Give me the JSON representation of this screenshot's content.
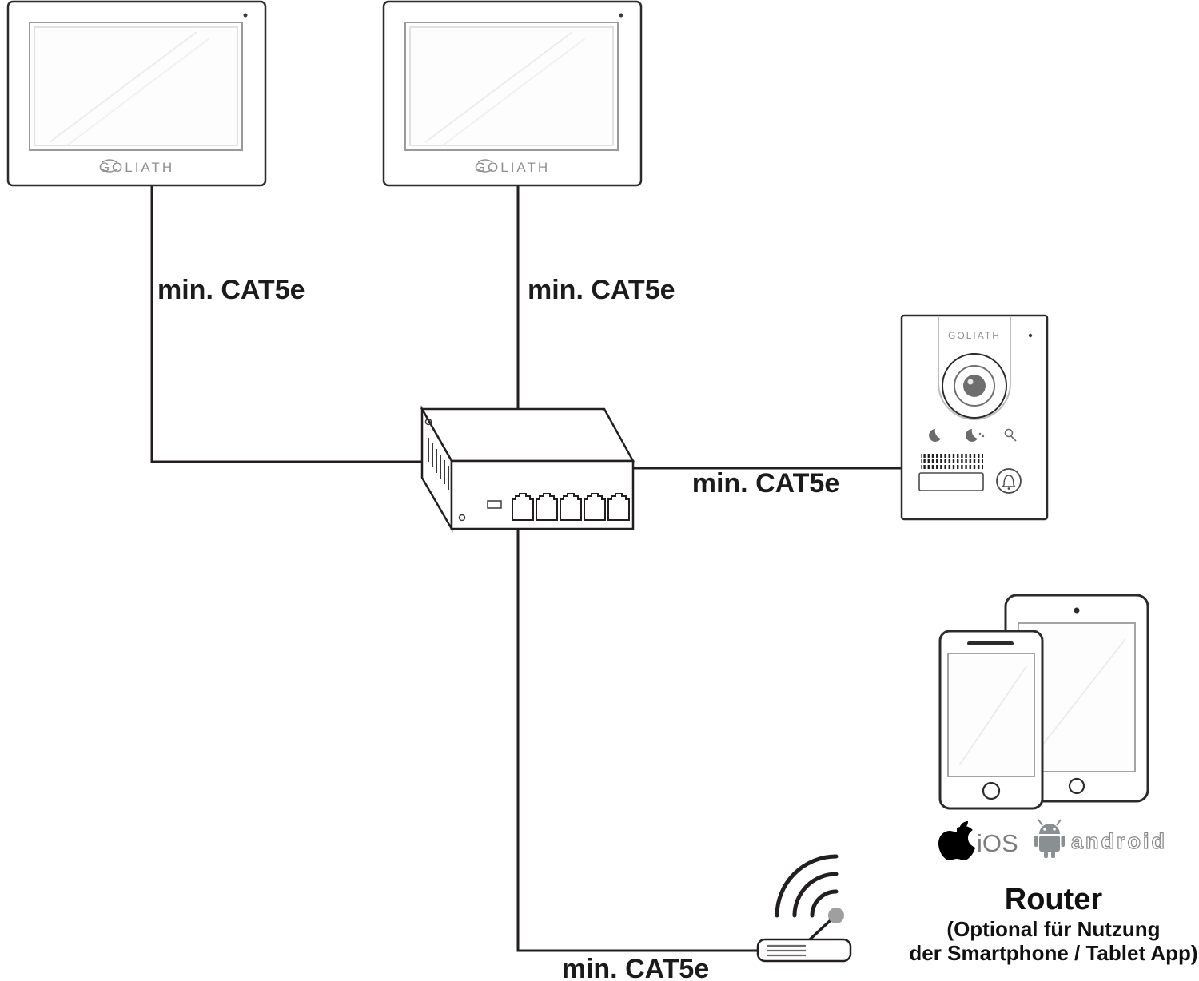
{
  "diagram": {
    "monitor1": {
      "brand": "GOLIATH"
    },
    "monitor2": {
      "brand": "GOLIATH"
    },
    "door_station": {
      "brand": "GOLIATH"
    },
    "cables": {
      "monitor1_label": "min. CAT5e",
      "monitor2_label": "min. CAT5e",
      "door_label": "min. CAT5e",
      "router_label": "min. CAT5e"
    },
    "apps": {
      "ios": "iOS",
      "android": "android"
    },
    "router_note": {
      "title": "Router",
      "line1": "(Optional für Nutzung",
      "line2": "der Smartphone / Tablet App)"
    },
    "colors": {
      "line": "#231f20",
      "brand_gray": "#8f8f8f",
      "lens_gray": "#6e6e6e"
    }
  }
}
